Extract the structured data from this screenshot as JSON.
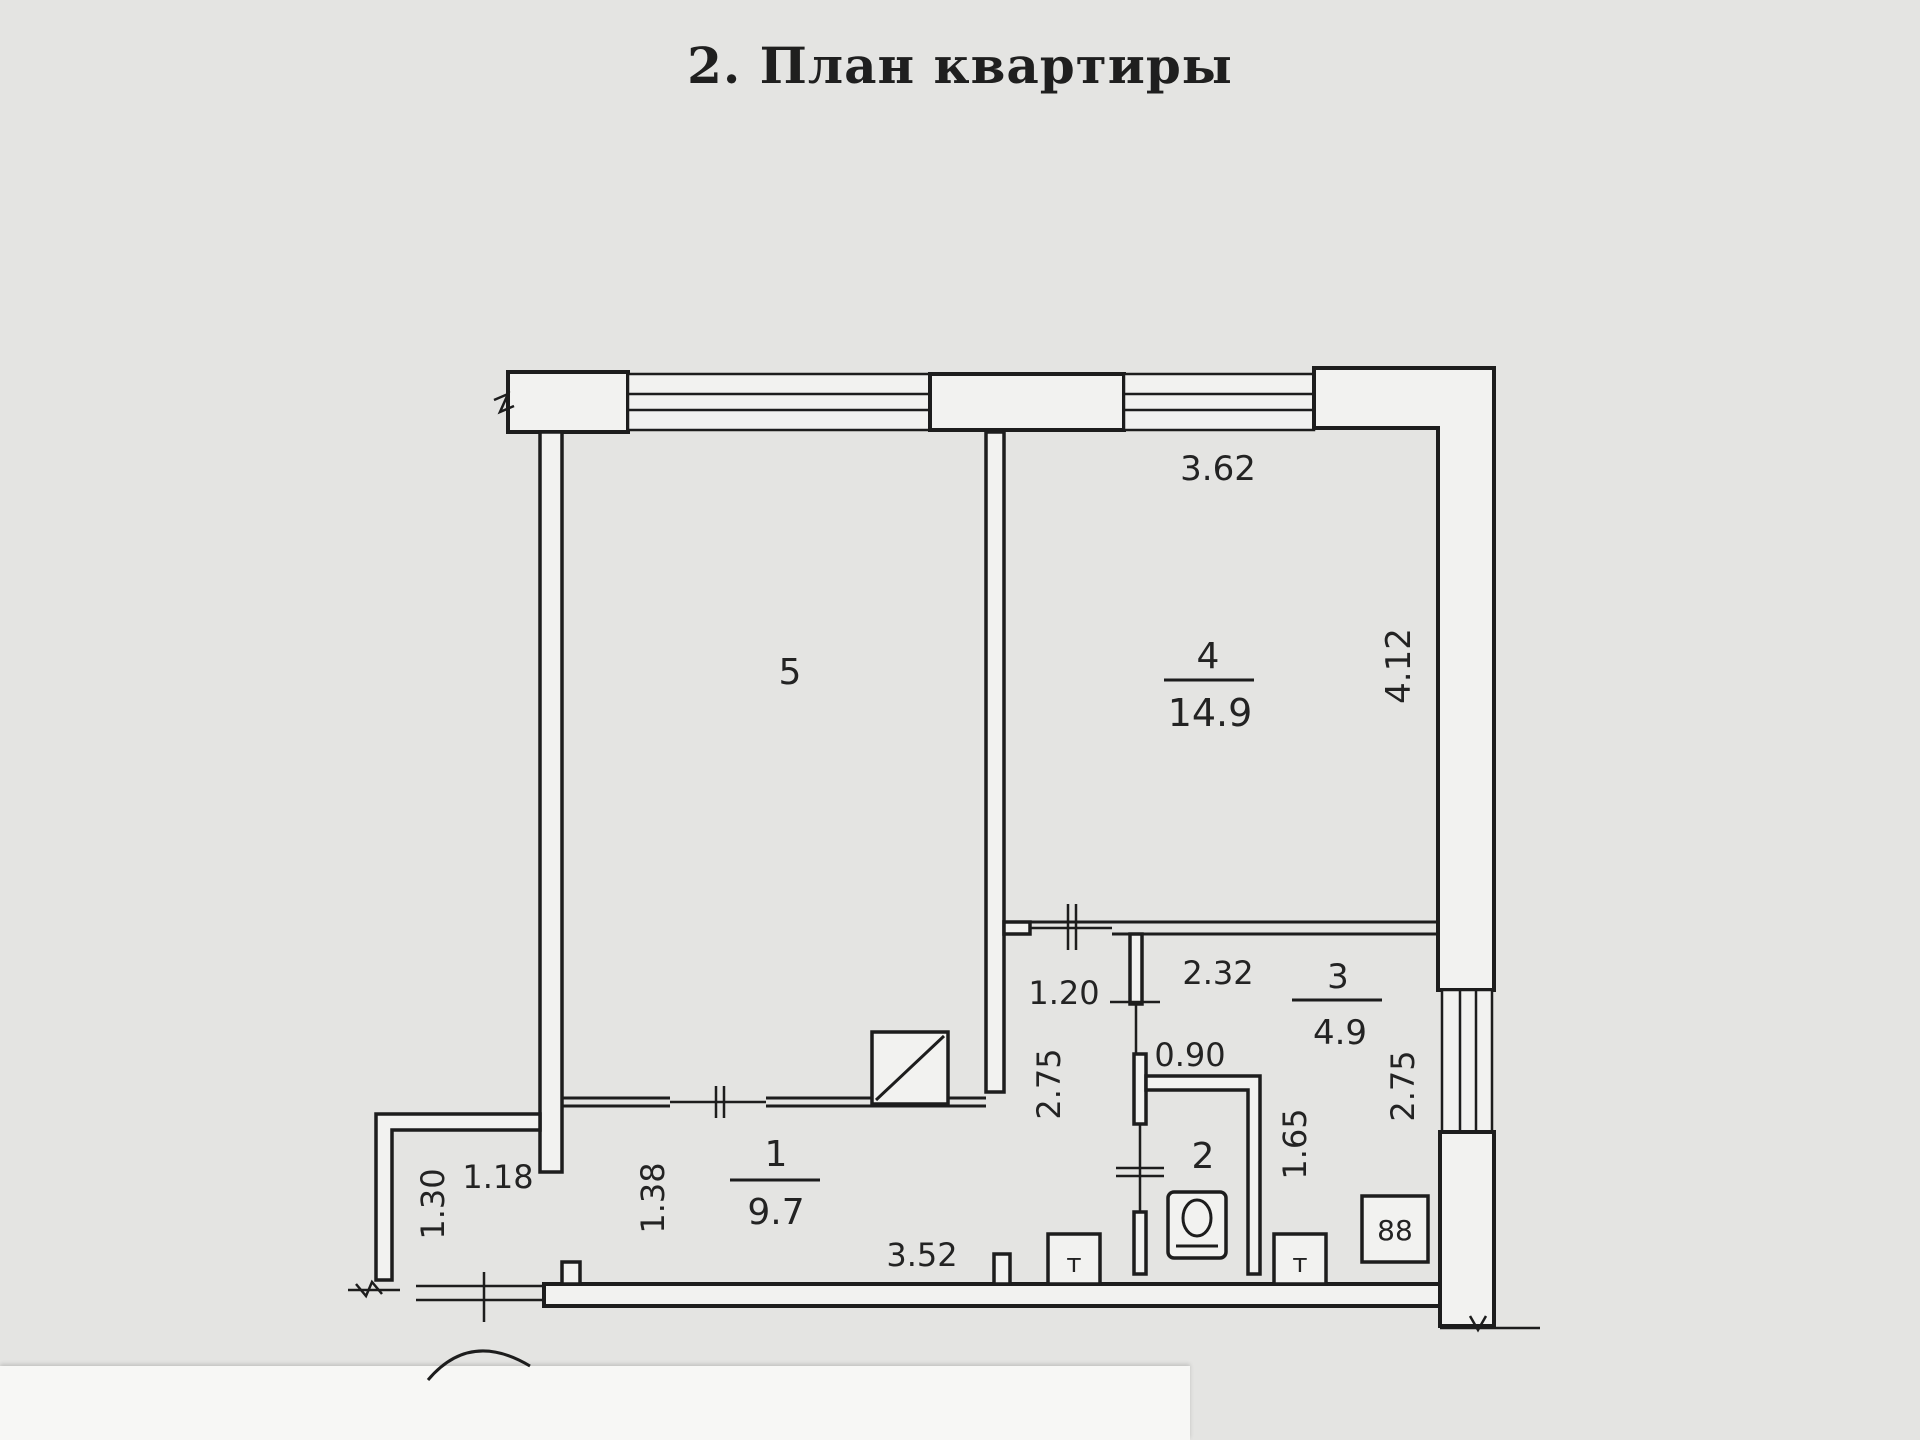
{
  "title": "2. План квартиры",
  "rooms": [
    {
      "number": "1",
      "area": "9.7"
    },
    {
      "number": "2",
      "area": ""
    },
    {
      "number": "3",
      "area": "4.9"
    },
    {
      "number": "4",
      "area": "14.9"
    },
    {
      "number": "5",
      "area": ""
    }
  ],
  "dimensions": {
    "room4_width": "3.62",
    "room4_length": "4.12",
    "room3_width": "2.32",
    "room3_length": "2.75",
    "corridor_width": "1.20",
    "corridor_length": "2.75",
    "bath_width": "0.90",
    "bath_length": "1.65",
    "hall_length": "3.52",
    "hall_width": "1.38",
    "entry_width": "1.18",
    "entry_length": "1.30"
  },
  "fixtures": {
    "stove_label": "88",
    "counter_label_1": "т",
    "counter_label_2": "т"
  }
}
